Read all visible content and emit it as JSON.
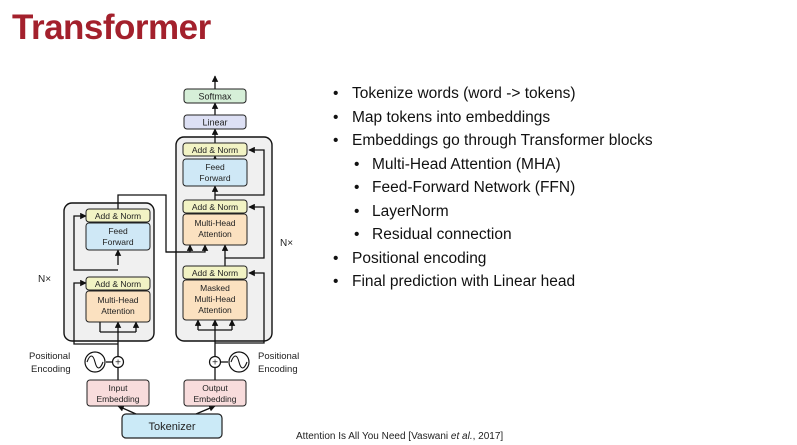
{
  "title": "Transformer",
  "bullets": [
    {
      "level": 1,
      "text": "Tokenize words (word -> tokens)"
    },
    {
      "level": 1,
      "text": "Map tokens into embeddings"
    },
    {
      "level": 1,
      "text": "Embeddings go through Transformer blocks"
    },
    {
      "level": 2,
      "text": "Multi-Head Attention (MHA)"
    },
    {
      "level": 2,
      "text": "Feed-Forward Network (FFN)"
    },
    {
      "level": 2,
      "text": "LayerNorm"
    },
    {
      "level": 2,
      "text": "Residual connection"
    },
    {
      "level": 1,
      "text": "Positional encoding"
    },
    {
      "level": 1,
      "text": "Final prediction with Linear head"
    }
  ],
  "citation": {
    "before": "Attention Is All You Need [Vaswani ",
    "italic": "et al.",
    "after": ", 2017]"
  },
  "diagram": {
    "softmax": "Softmax",
    "linear": "Linear",
    "add_norm": "Add & Norm",
    "feed_forward": [
      "Feed",
      "Forward"
    ],
    "multi_head_attention": [
      "Multi-Head",
      "Attention"
    ],
    "masked_multi_head_attention": [
      "Masked",
      "Multi-Head",
      "Attention"
    ],
    "input_embedding": [
      "Input",
      "Embedding"
    ],
    "output_embedding": [
      "Output",
      "Embedding"
    ],
    "tokenizer": "Tokenizer",
    "positional_encoding": [
      "Positional",
      "Encoding"
    ],
    "nx": "N×",
    "plus": "+"
  },
  "colors": {
    "title": "#a3202c",
    "add_norm": "#f2f3c4",
    "feed_forward": "#cfe8f6",
    "attention": "#fbe1c0",
    "embedding": "#f8dcdc",
    "linear": "#dde0f4",
    "softmax": "#d6efd8",
    "tokenizer": "#cbeaf7",
    "block_bg": "#f0f0f0"
  }
}
